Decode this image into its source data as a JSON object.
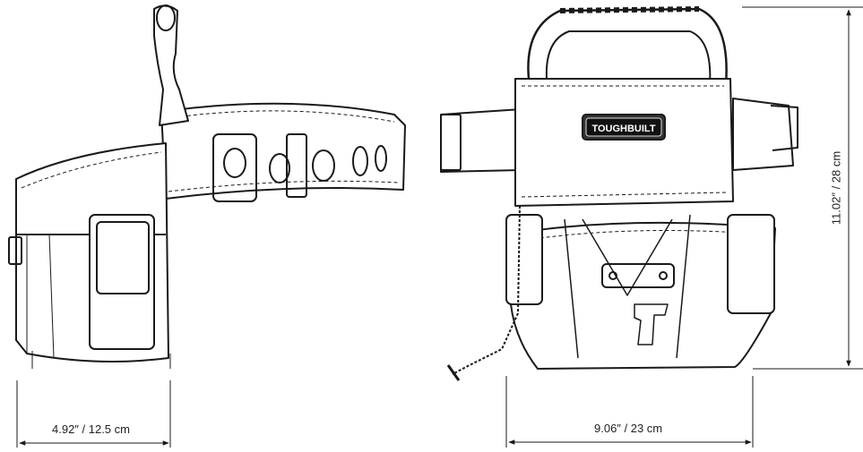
{
  "dimensions": {
    "depth": "4.92″  / 12.5 cm",
    "width": "9.06″  / 23 cm",
    "height": "11.02″  /  28 cm"
  },
  "logo": {
    "text": "TOUGHBUILT"
  },
  "colors": {
    "line": "#1a1a1a",
    "background": "#ffffff"
  }
}
